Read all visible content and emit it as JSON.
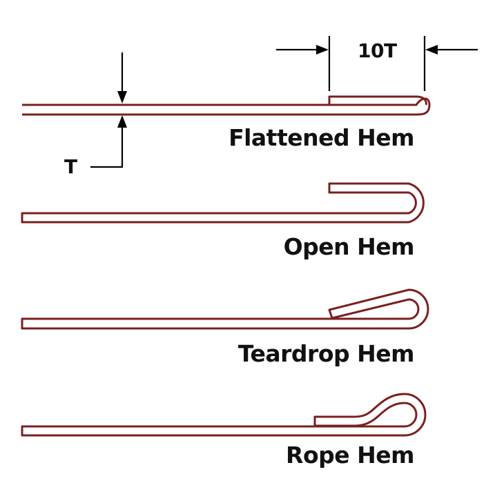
{
  "diagram": {
    "dimension_labels": {
      "hem_length": "10T",
      "thickness": "T"
    },
    "hems": [
      {
        "label": "Flattened Hem"
      },
      {
        "label": "Open Hem"
      },
      {
        "label": "Teardrop Hem"
      },
      {
        "label": "Rope Hem"
      }
    ]
  },
  "colors": {
    "metal_stroke": "#7a1f1f",
    "dimension_lines": "#000000",
    "text": "#111111"
  }
}
